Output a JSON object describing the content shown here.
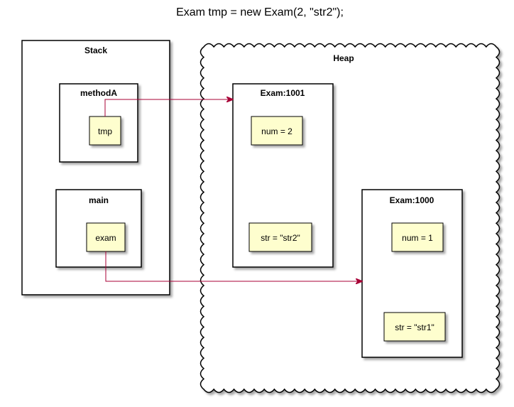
{
  "title": "Exam tmp = new Exam(2, \"str2\");",
  "stack": {
    "label": "Stack",
    "frames": {
      "methodA": {
        "label": "methodA",
        "vars": {
          "tmp": "tmp"
        }
      },
      "main": {
        "label": "main",
        "vars": {
          "exam": "exam"
        }
      }
    }
  },
  "heap": {
    "label": "Heap",
    "objects": {
      "exam1001": {
        "label": "Exam:1001",
        "fields": {
          "num": "num = 2",
          "str": "str = \"str2\""
        }
      },
      "exam1000": {
        "label": "Exam:1000",
        "fields": {
          "num": "num = 1",
          "str": "str = \"str1\""
        }
      }
    }
  },
  "colors": {
    "note_fill": "#FEFECE",
    "arrow": "#A80036",
    "border": "#000000"
  }
}
